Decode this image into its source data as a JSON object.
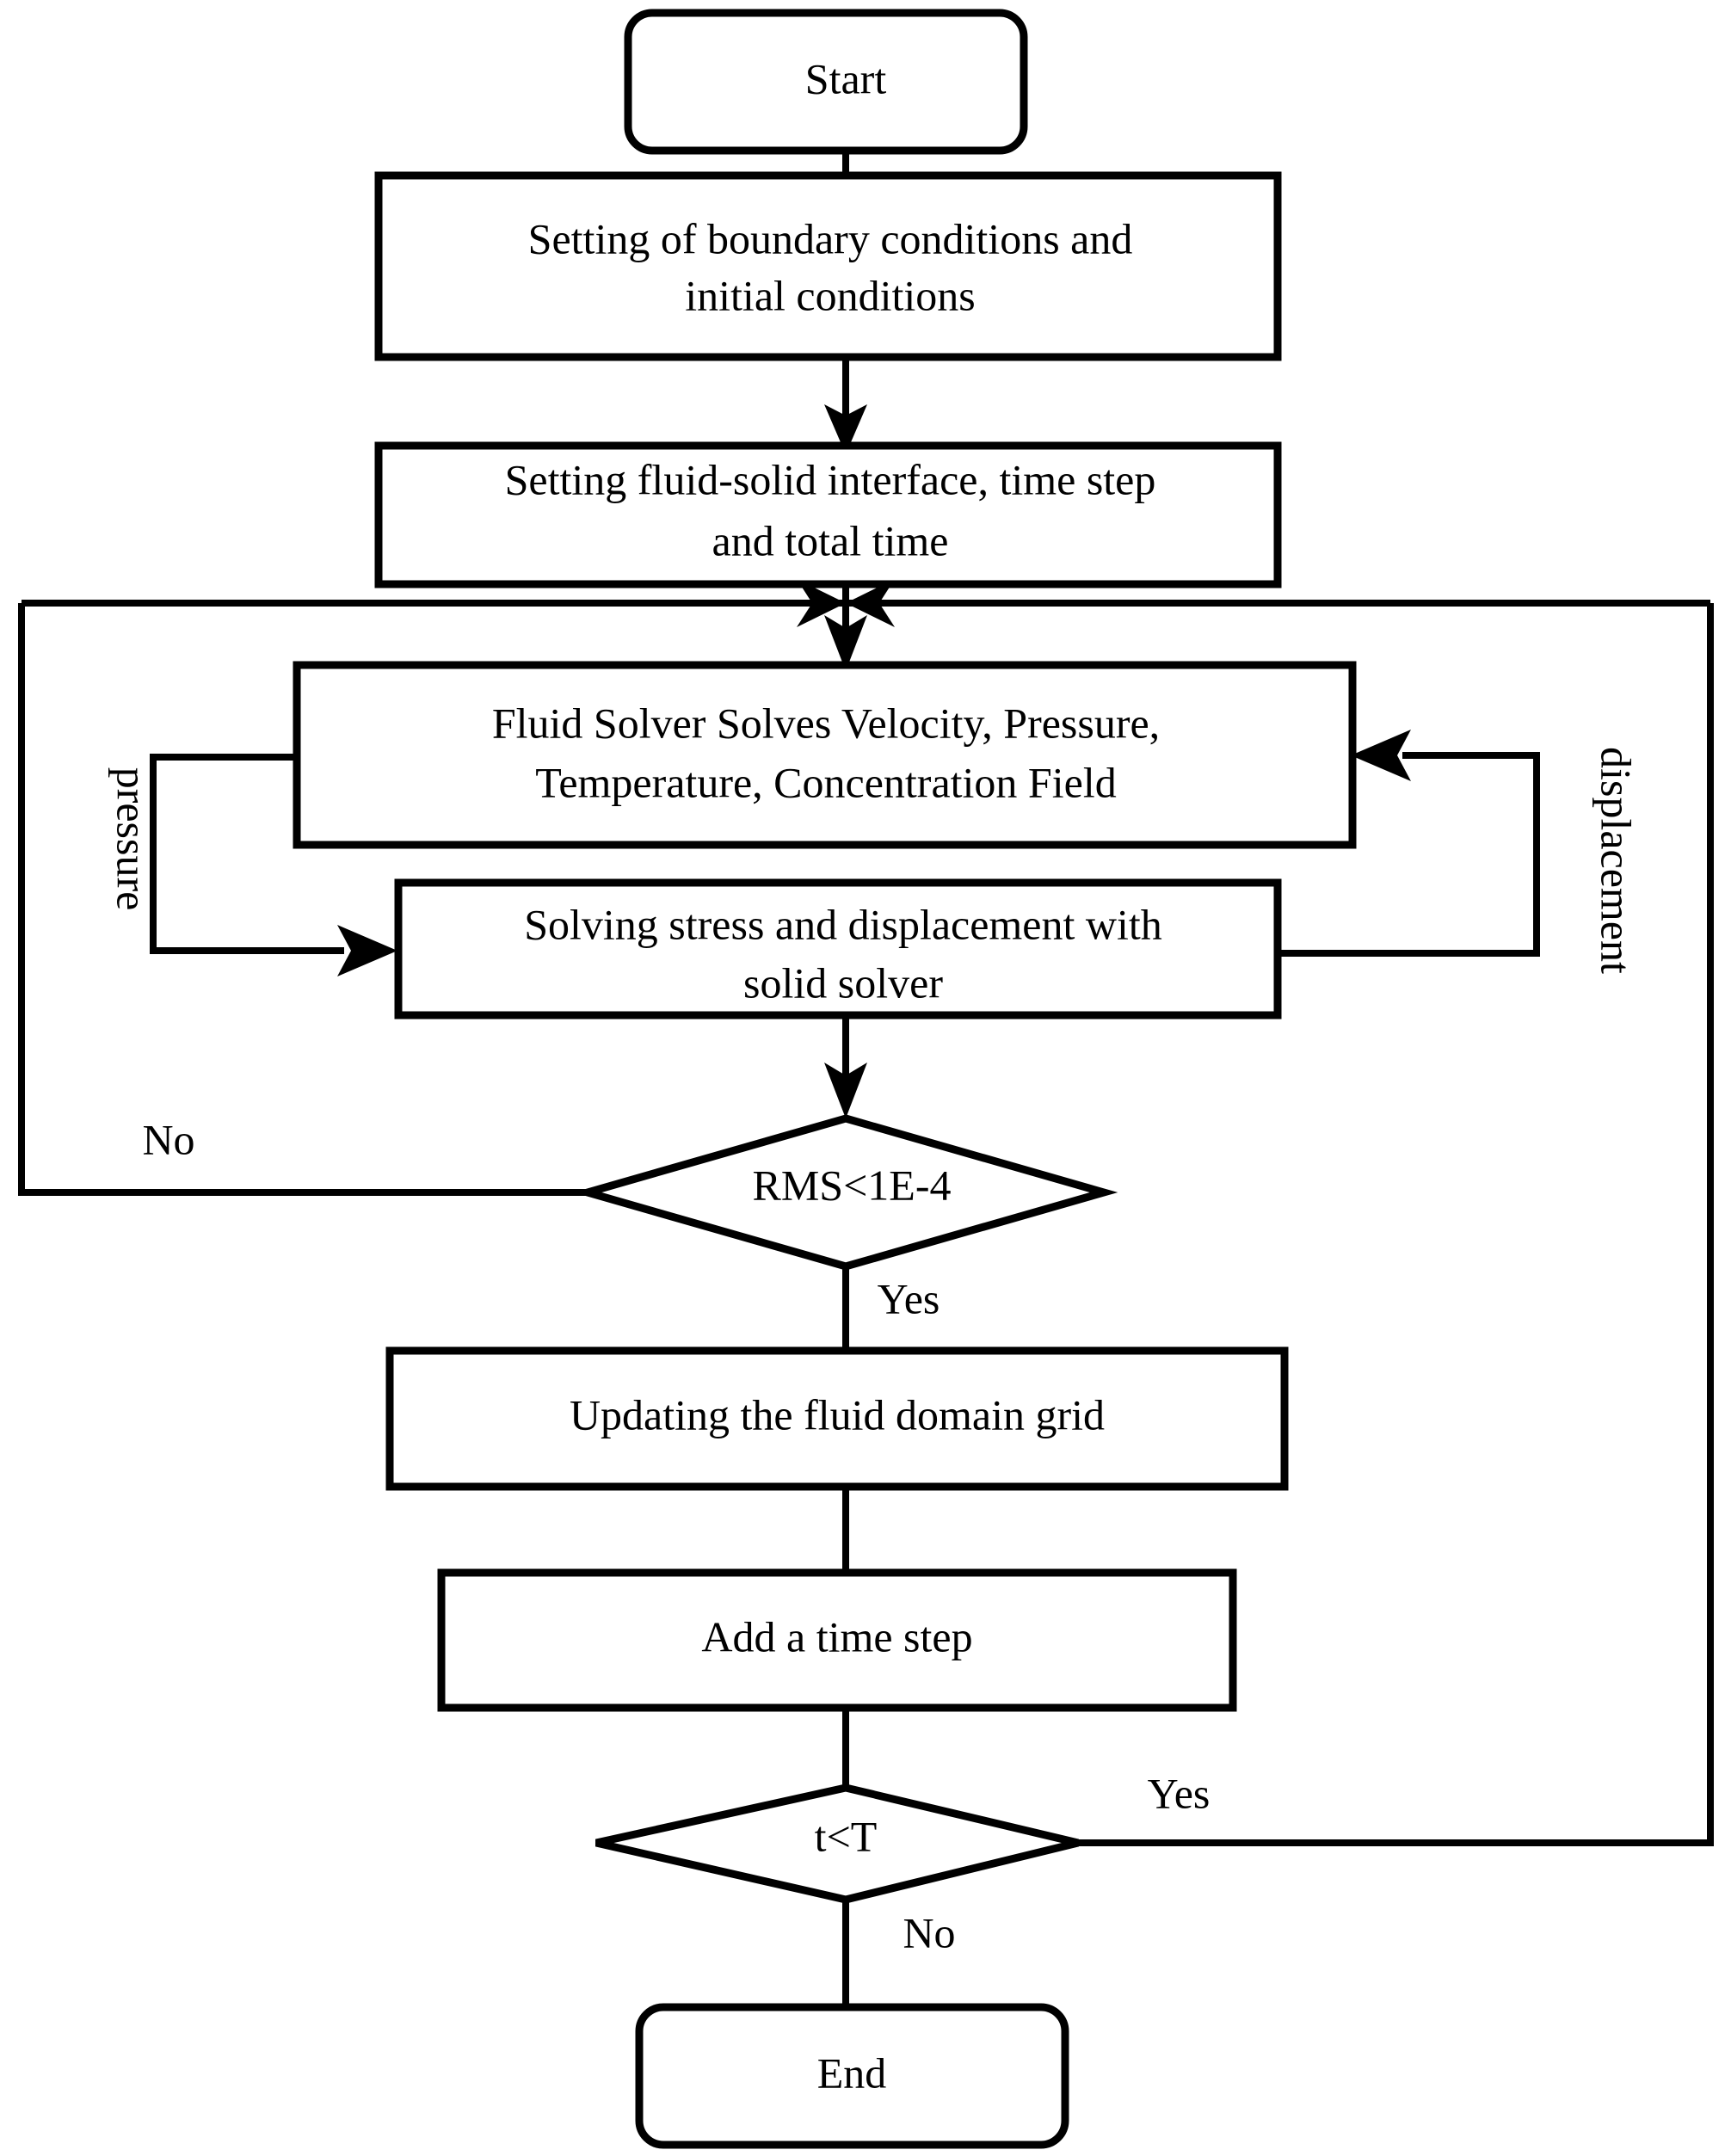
{
  "diagram": {
    "title": "Fluid-Structure Interaction Simulation Flowchart",
    "background_color": "#ffffff",
    "line_color": "#000000",
    "nodes": {
      "start": {
        "label": "Start",
        "shape": "rounded-rectangle"
      },
      "boundary_initial": {
        "label_line1": "Setting of boundary conditions and",
        "label_line2": "initial conditions",
        "shape": "rectangle"
      },
      "interface_timestep": {
        "label_line1": "Setting fluid-solid interface, time step",
        "label_line2": "and total time",
        "shape": "rectangle"
      },
      "fluid_solver": {
        "label_line1": "Fluid Solver Solves Velocity, Pressure,",
        "label_line2": "Temperature, Concentration Field",
        "shape": "rectangle"
      },
      "solid_solver": {
        "label_line1": "Solving stress and displacement with",
        "label_line2": "solid solver",
        "shape": "rectangle"
      },
      "rms_decision": {
        "label": "RMS<1E-4",
        "shape": "diamond"
      },
      "update_grid": {
        "label": "Updating the fluid domain grid",
        "shape": "rectangle"
      },
      "add_time_step": {
        "label": "Add a time step",
        "shape": "rectangle"
      },
      "time_decision": {
        "label": "t<T",
        "shape": "diamond"
      },
      "end": {
        "label": "End",
        "shape": "rounded-rectangle"
      }
    },
    "edge_labels": {
      "pressure": "pressure",
      "displacement": "displacement",
      "rms_no": "No",
      "rms_yes": "Yes",
      "time_yes": "Yes",
      "time_no": "No"
    }
  }
}
